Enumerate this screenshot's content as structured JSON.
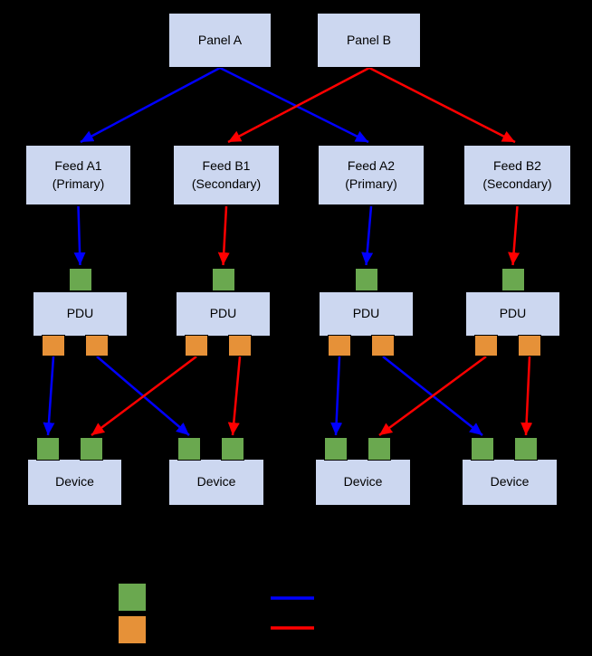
{
  "diagram": {
    "panels": [
      {
        "label": "Panel A"
      },
      {
        "label": "Panel B"
      }
    ],
    "feeds": [
      {
        "name": "Feed A1",
        "role": "(Primary)"
      },
      {
        "name": "Feed B1",
        "role": "(Secondary)"
      },
      {
        "name": "Feed A2",
        "role": "(Primary)"
      },
      {
        "name": "Feed B2",
        "role": "(Secondary)"
      }
    ],
    "pdus": [
      {
        "label": "PDU"
      },
      {
        "label": "PDU"
      },
      {
        "label": "PDU"
      },
      {
        "label": "PDU"
      }
    ],
    "devices": [
      {
        "label": "Device"
      },
      {
        "label": "Device"
      },
      {
        "label": "Device"
      },
      {
        "label": "Device"
      }
    ],
    "connections": [
      {
        "from": "Panel A",
        "to": "Feed A1",
        "path": "primary"
      },
      {
        "from": "Panel A",
        "to": "Feed A2",
        "path": "primary"
      },
      {
        "from": "Panel B",
        "to": "Feed B1",
        "path": "secondary"
      },
      {
        "from": "Panel B",
        "to": "Feed B2",
        "path": "secondary"
      },
      {
        "from": "Feed A1",
        "to": "PDU 1 input",
        "path": "primary"
      },
      {
        "from": "Feed B1",
        "to": "PDU 2 input",
        "path": "secondary"
      },
      {
        "from": "Feed A2",
        "to": "PDU 3 input",
        "path": "primary"
      },
      {
        "from": "Feed B2",
        "to": "PDU 4 input",
        "path": "secondary"
      },
      {
        "from": "PDU 1 output 1",
        "to": "Device 1 input 1",
        "path": "primary"
      },
      {
        "from": "PDU 1 output 2",
        "to": "Device 2 input 1",
        "path": "primary"
      },
      {
        "from": "PDU 2 output 1",
        "to": "Device 1 input 2",
        "path": "secondary"
      },
      {
        "from": "PDU 2 output 2",
        "to": "Device 2 input 2",
        "path": "secondary"
      },
      {
        "from": "PDU 3 output 1",
        "to": "Device 3 input 1",
        "path": "primary"
      },
      {
        "from": "PDU 3 output 2",
        "to": "Device 4 input 1",
        "path": "primary"
      },
      {
        "from": "PDU 4 output 1",
        "to": "Device 3 input 2",
        "path": "secondary"
      },
      {
        "from": "PDU 4 output 2",
        "to": "Device 4 input 2",
        "path": "secondary"
      }
    ],
    "colors": {
      "background": "#000000",
      "node_fill": "#ccd7f0",
      "node_border": "#000000",
      "input_port": "#6aa84f",
      "output_port": "#e69138",
      "primary_path": "#0000ff",
      "secondary_path": "#ff0000"
    }
  }
}
